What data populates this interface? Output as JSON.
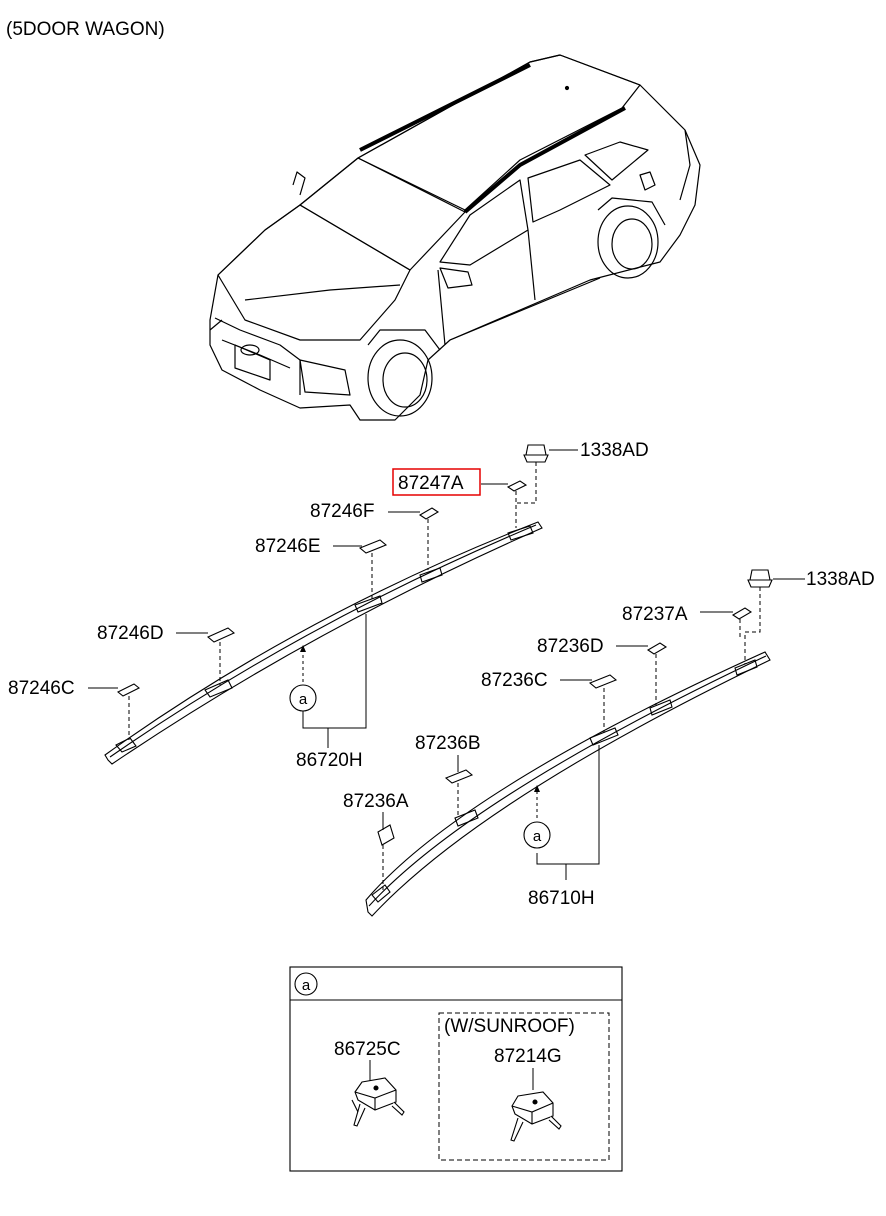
{
  "header": {
    "title": "(5DOOR WAGON)"
  },
  "callouts": {
    "nut_upper": "1338AD",
    "highlighted": "87247A",
    "clip_87246F": "87246F",
    "clip_87246E": "87246E",
    "clip_87246D": "87246D",
    "clip_87246C": "87246C",
    "rack_left": "86720H",
    "nut_lower": "1338AD",
    "clip_87237A": "87237A",
    "clip_87236D": "87236D",
    "clip_87236C": "87236C",
    "clip_87236B": "87236B",
    "clip_87236A": "87236A",
    "rack_right": "86710H"
  },
  "detail": {
    "marker": "a",
    "part_std": "86725C",
    "option_label": "(W/SUNROOF)",
    "part_sunroof": "87214G"
  },
  "colors": {
    "highlight_box": "#e60000",
    "line": "#000000"
  }
}
